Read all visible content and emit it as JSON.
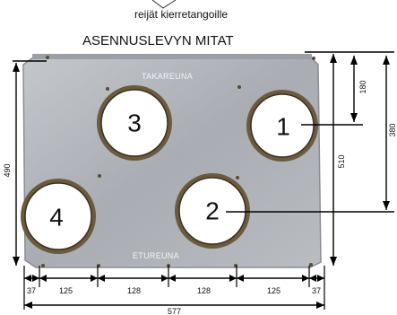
{
  "header": {
    "caption": "reijät kierretangoille",
    "title": "ASENNUSLEVYN MITAT"
  },
  "plate": {
    "back_edge_label": "TAKAREUNA",
    "front_edge_label": "ETUREUNA"
  },
  "holes": [
    {
      "id": "1"
    },
    {
      "id": "2"
    },
    {
      "id": "3"
    },
    {
      "id": "4"
    }
  ],
  "dimensions": {
    "bottom_segments": [
      "37",
      "125",
      "128",
      "128",
      "125",
      "37"
    ],
    "total_width": "577",
    "left_height": "490",
    "right_height": "510",
    "hole1_offset": "180",
    "hole2_offset": "380"
  },
  "colors": {
    "plate": "#aeb2b8",
    "plate_edge": "#8a8e94",
    "ring": "#6b5a3e",
    "hole_fill": "#ffffff",
    "line": "#000000"
  }
}
